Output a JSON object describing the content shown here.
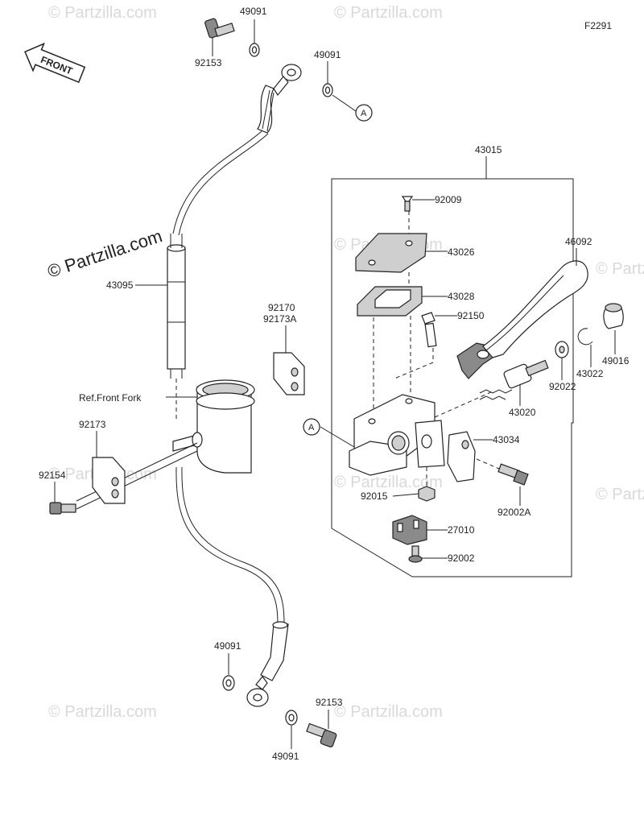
{
  "figure_code": "F2291",
  "front_label": "FRONT",
  "copyright": "© Partzilla.com",
  "watermark": "© Partzilla.com",
  "ref_front_fork": "Ref.Front Fork",
  "callout_a": "A",
  "parts": {
    "p49091_top1": "49091",
    "p49091_top2": "49091",
    "p92153_top": "92153",
    "p43095": "43095",
    "p92170": "92170",
    "p92173A": "92173A",
    "p92173": "92173",
    "p92154": "92154",
    "p43015": "43015",
    "p92009": "92009",
    "p43026": "43026",
    "p43028": "43028",
    "p92150": "92150",
    "p46092": "46092",
    "p49016": "49016",
    "p43022": "43022",
    "p92022": "92022",
    "p43020": "43020",
    "p43034": "43034",
    "p92015": "92015",
    "p92002A": "92002A",
    "p27010": "27010",
    "p92002": "92002",
    "p49091_bot1": "49091",
    "p49091_bot2": "49091",
    "p92153_bot": "92153"
  }
}
